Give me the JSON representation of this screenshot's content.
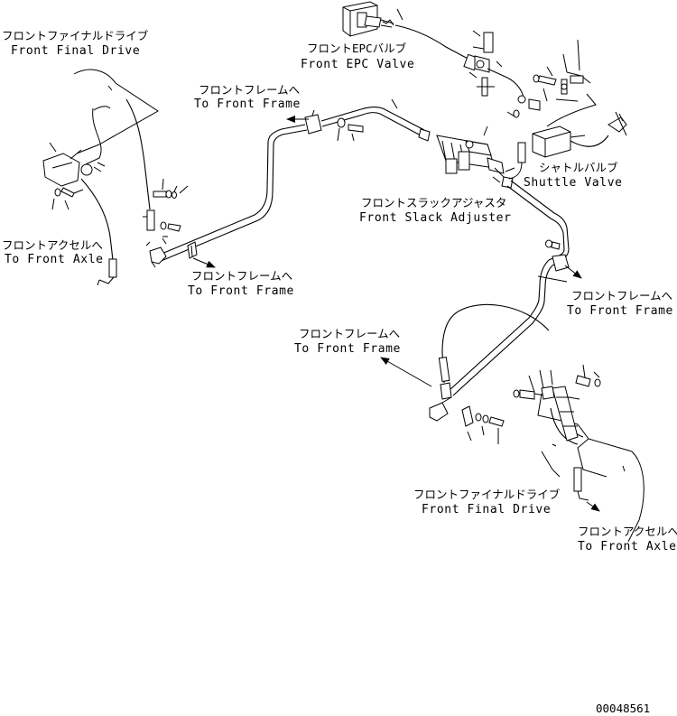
{
  "labels": {
    "front_final_drive_left_jp": "フロントファイナルドライブ",
    "front_final_drive_left_en": "Front Final Drive",
    "front_epc_valve_jp": "フロントEPCバルブ",
    "front_epc_valve_en": "Front EPC Valve",
    "to_front_frame_top_jp": "フロントフレームへ",
    "to_front_frame_top_en": "To Front Frame",
    "shuttle_valve_jp": "シャトルバルブ",
    "shuttle_valve_en": "Shuttle Valve",
    "front_slack_adjuster_jp": "フロントスラックアジャスタ",
    "front_slack_adjuster_en": "Front Slack Adjuster",
    "to_front_axle_left_jp": "フロントアクセルへ",
    "to_front_axle_left_en": "To Front Axle",
    "to_front_frame_mid_jp": "フロントフレームへ",
    "to_front_frame_mid_en": "To Front Frame",
    "to_front_frame_right_jp": "フロントフレームへ",
    "to_front_frame_right_en": "To Front Frame",
    "to_front_frame_center_jp": "フロントフレームへ",
    "to_front_frame_center_en": "To Front Frame",
    "front_final_drive_right_jp": "フロントファイナルドライブ",
    "front_final_drive_right_en": "Front Final Drive",
    "to_front_axle_right_jp": "フロントアクセルへ",
    "to_front_axle_right_en": "To Front Axle"
  },
  "drawing_number": "00048561"
}
